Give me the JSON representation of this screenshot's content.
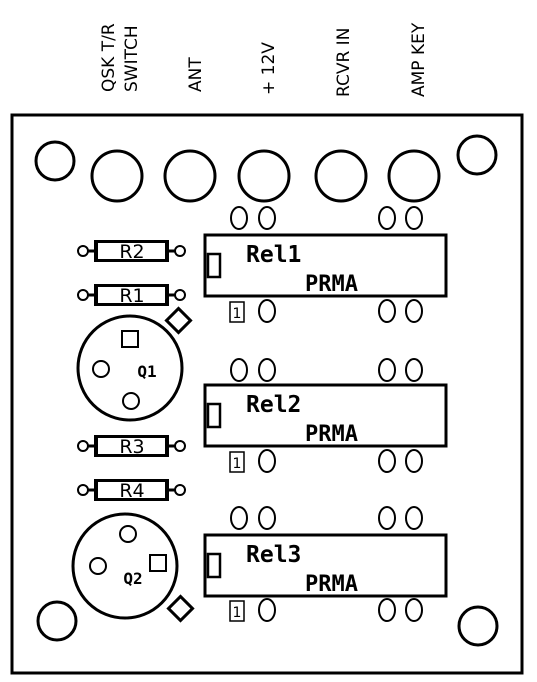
{
  "connector_labels": [
    "QSK T/R\nSWITCH",
    "ANT",
    "+ 12V",
    "RCVR IN",
    "AMP KEY"
  ],
  "resistors": [
    "R2",
    "R1",
    "R3",
    "R4"
  ],
  "transistors": [
    "Q1",
    "Q2"
  ],
  "relays": [
    {
      "name": "Rel1",
      "type": "PRMA",
      "pin1": "1"
    },
    {
      "name": "Rel2",
      "type": "PRMA",
      "pin1": "1"
    },
    {
      "name": "Rel3",
      "type": "PRMA",
      "pin1": "1"
    }
  ]
}
